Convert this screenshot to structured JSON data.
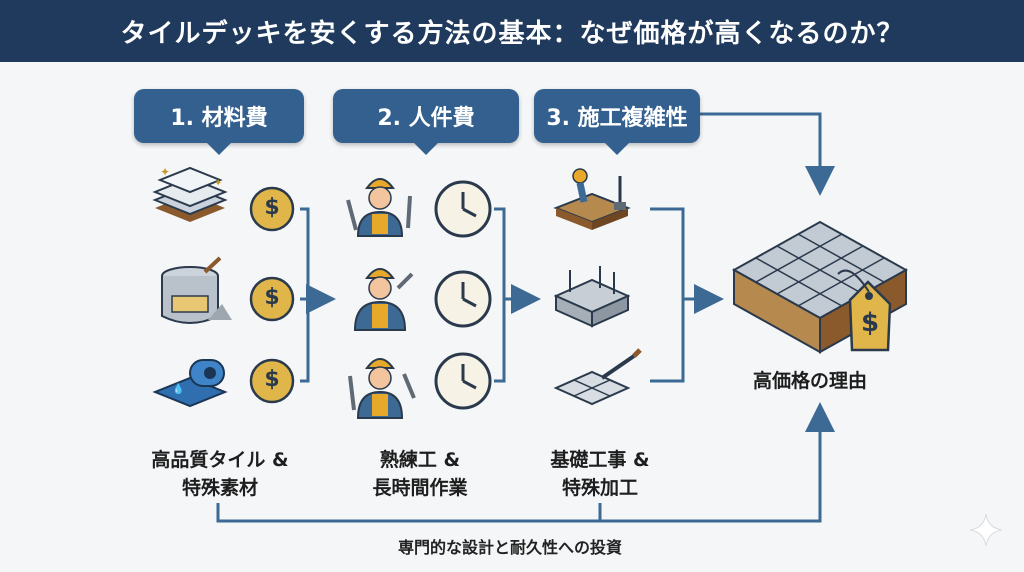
{
  "title": "タイルデッキを安くする方法の基本：なぜ価格が高くなるのか？",
  "categories": [
    {
      "label": "1. 材料費"
    },
    {
      "label": "2. 人件費"
    },
    {
      "label": "3. 施工複雑性"
    }
  ],
  "labels": {
    "materials": [
      "高品質タイル &",
      "特殊素材"
    ],
    "labor": [
      "熟練工 &",
      "長時間作業"
    ],
    "construction": [
      "基礎工事 &",
      "特殊加工"
    ]
  },
  "result_label": "高価格の理由",
  "bottom_label": "専門的な設計と耐久性への投資",
  "icons": {
    "coin_symbol": "$",
    "tag_symbol": "$"
  },
  "colors": {
    "header": "#1f3a5c",
    "category": "#33608f",
    "coin": "#e0b64a",
    "line": "#3d6a94"
  }
}
